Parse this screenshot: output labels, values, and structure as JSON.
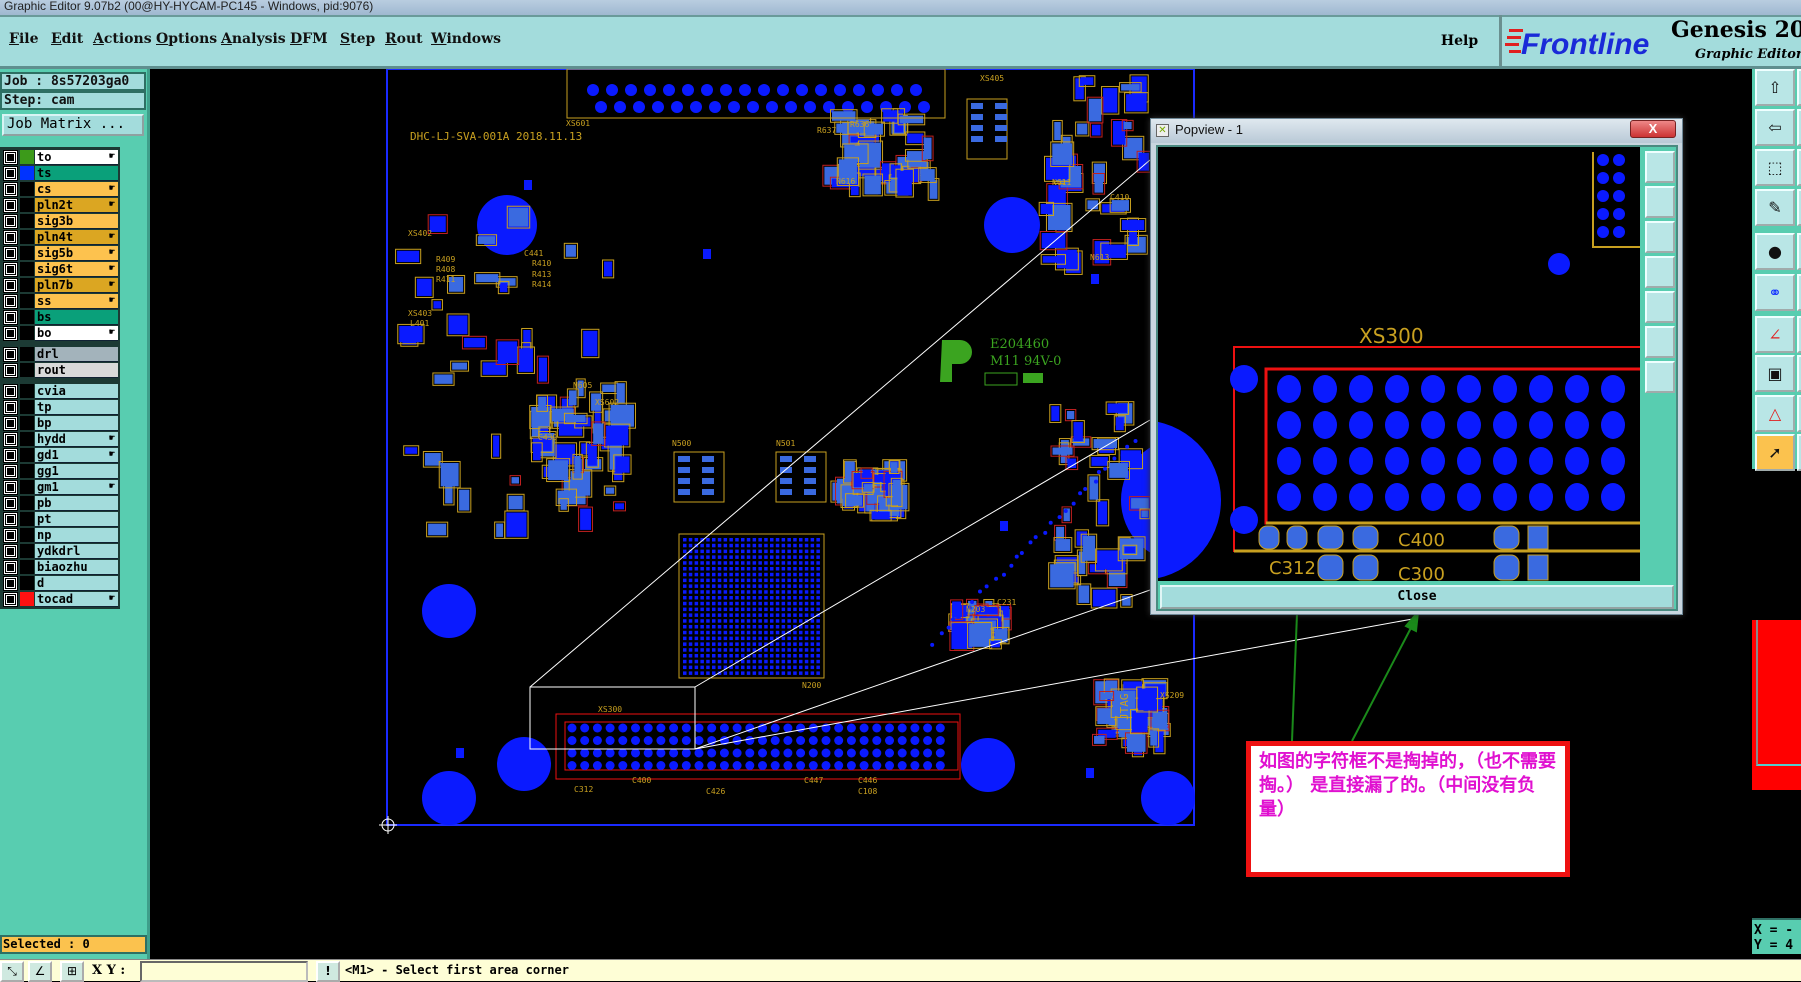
{
  "window_title": "Graphic Editor 9.07b2 (00@HY-HYCAM-PC145 - Windows, pid:9076)",
  "menu": [
    "File",
    "Edit",
    "Actions",
    "Options",
    "Analysis",
    "DFM",
    "Step",
    "Rout",
    "Windows"
  ],
  "help": "Help",
  "brand": {
    "logo": "Frontline",
    "product": "Genesis 2000",
    "subtitle": "Graphic Editor"
  },
  "job": {
    "job_label": "Job : 8s57203ga0",
    "step_label": "Step: cam",
    "job_matrix": "Job Matrix ..."
  },
  "layers": [
    {
      "name": "to",
      "swatch": "#3c9a1a",
      "bg": "#ffffff",
      "mark": true
    },
    {
      "name": "ts",
      "swatch": "#0033ff",
      "bg": "#0aa07a",
      "mark": false
    },
    {
      "name": "cs",
      "swatch": "#000000",
      "bg": "#fdc24e",
      "mark": true
    },
    {
      "name": "pln2t",
      "swatch": "#000000",
      "bg": "#dba622",
      "mark": true
    },
    {
      "name": "sig3b",
      "swatch": "#000000",
      "bg": "#fdc24e",
      "mark": false
    },
    {
      "name": "pln4t",
      "swatch": "#000000",
      "bg": "#dba622",
      "mark": true
    },
    {
      "name": "sig5b",
      "swatch": "#000000",
      "bg": "#fdc24e",
      "mark": true
    },
    {
      "name": "sig6t",
      "swatch": "#000000",
      "bg": "#fdc24e",
      "mark": true
    },
    {
      "name": "pln7b",
      "swatch": "#000000",
      "bg": "#dba622",
      "mark": true
    },
    {
      "name": "ss",
      "swatch": "#000000",
      "bg": "#fdc24e",
      "mark": true
    },
    {
      "name": "bs",
      "swatch": "#000000",
      "bg": "#0aa07a",
      "mark": false
    },
    {
      "name": "bo",
      "swatch": "#000000",
      "bg": "#ffffff",
      "mark": true
    },
    {
      "name": "drl",
      "swatch": "#000000",
      "bg": "#a3b3bb",
      "mark": false
    },
    {
      "name": "rout",
      "swatch": "#000000",
      "bg": "#d9d9d9",
      "mark": false
    },
    {
      "name": "cvia",
      "swatch": "#000000",
      "bg": "#a3dcdc",
      "mark": false
    },
    {
      "name": "tp",
      "swatch": "#000000",
      "bg": "#a3dcdc",
      "mark": false
    },
    {
      "name": "bp",
      "swatch": "#000000",
      "bg": "#a3dcdc",
      "mark": false
    },
    {
      "name": "hydd",
      "swatch": "#000000",
      "bg": "#a3dcdc",
      "mark": true
    },
    {
      "name": "gd1",
      "swatch": "#000000",
      "bg": "#a3dcdc",
      "mark": true
    },
    {
      "name": "gg1",
      "swatch": "#000000",
      "bg": "#a3dcdc",
      "mark": false
    },
    {
      "name": "gm1",
      "swatch": "#000000",
      "bg": "#a3dcdc",
      "mark": true
    },
    {
      "name": "pb",
      "swatch": "#000000",
      "bg": "#a3dcdc",
      "mark": false
    },
    {
      "name": "pt",
      "swatch": "#000000",
      "bg": "#a3dcdc",
      "mark": false
    },
    {
      "name": "np",
      "swatch": "#000000",
      "bg": "#a3dcdc",
      "mark": false
    },
    {
      "name": "ydkdrl",
      "swatch": "#000000",
      "bg": "#a3dcdc",
      "mark": false
    },
    {
      "name": "biaozhu",
      "swatch": "#000000",
      "bg": "#a3dcdc",
      "mark": false
    },
    {
      "name": "d",
      "swatch": "#000000",
      "bg": "#a3dcdc",
      "mark": false
    },
    {
      "name": "tocad",
      "swatch": "#ff1111",
      "bg": "#a3dcdc",
      "mark": true
    }
  ],
  "selected": "Selected : 0",
  "status": {
    "xy_label": "X Y :",
    "xy_value": "",
    "alert": "!",
    "message": "<M1> - Select first area corner"
  },
  "coords": {
    "x": "X = -",
    "y": "Y = 4"
  },
  "pcb": {
    "board_id": "DHC-LJ-SVA-001A 2018.11.13",
    "ul_code": "E204460",
    "ul_rating": "M11 94V-0",
    "labels": [
      "XS601",
      "XS402",
      "XS403",
      "L401",
      "C441",
      "R410",
      "R413",
      "R414",
      "R409",
      "R408",
      "R411",
      "N605",
      "XS602",
      "C439",
      "N500",
      "N501",
      "XS300",
      "C312",
      "C400",
      "C426",
      "C447",
      "C446",
      "C108",
      "N203",
      "C231",
      "JTAG",
      "XS209",
      "N200",
      "XS405",
      "N611",
      "N613",
      "C410",
      "N616",
      "R636",
      "R637"
    ]
  },
  "popview": {
    "title": "Popview - 1",
    "close_x": "X",
    "close_button": "Close",
    "labels": {
      "connector": "XS300",
      "c400": "C400",
      "c312": "C312",
      "c300": "C300"
    }
  },
  "annotation": "如图的字符框不是掏掉的，（也不需要掏。） 是直接漏了的。（中间没有负量）",
  "colors": {
    "pad": "#0a1aff",
    "silk": "#c8a020",
    "outline": "#ee1111",
    "panel": "#58cdb0",
    "menu": "#a3dcdc"
  }
}
